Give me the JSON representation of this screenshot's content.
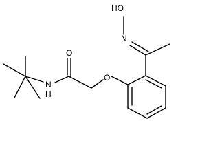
{
  "structure": {
    "labels": {
      "oxime_hydroxyl": "HO",
      "oxime_nitrogen": "N",
      "amide_nitrogen": "N",
      "amide_hydrogen": "H",
      "carbonyl_oxygen": "O",
      "ether_oxygen": "O"
    }
  }
}
